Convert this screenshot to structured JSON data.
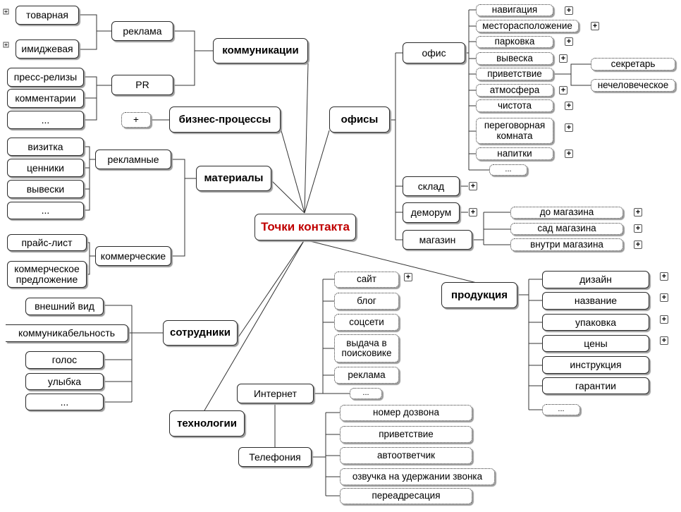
{
  "root": {
    "label": "Точки контакта"
  },
  "branches": {
    "communications": {
      "label": "коммуникации",
      "reklama": {
        "label": "реклама",
        "items": [
          "товарная",
          "имиджевая"
        ]
      },
      "pr": {
        "label": "PR",
        "items": [
          "пресс-релизы",
          "комментарии",
          "..."
        ]
      }
    },
    "business_processes": {
      "label": "бизнес-процессы",
      "expand": "+"
    },
    "materials": {
      "label": "материалы",
      "advertising": {
        "label": "рекламные",
        "items": [
          "визитка",
          "ценники",
          "вывески",
          "..."
        ]
      },
      "commercial": {
        "label": "коммерческие",
        "items": [
          "прайс-лист",
          "коммерческое предложение"
        ]
      }
    },
    "employees": {
      "label": "сотрудники",
      "items": [
        "внешний вид",
        "коммуникабельность",
        "голос",
        "улыбка",
        "..."
      ]
    },
    "technologies": {
      "label": "технологии",
      "internet": {
        "label": "Интернет",
        "items": [
          "сайт",
          "блог",
          "соцсети",
          "выдача в поисковике",
          "реклама",
          "..."
        ]
      },
      "telephony": {
        "label": "Телефония",
        "items": [
          "номер дозвона",
          "приветствие",
          "автоответчик",
          "озвучка на удержании звонка",
          "переадресация"
        ]
      }
    },
    "offices": {
      "label": "офисы",
      "office": {
        "label": "офис",
        "items": [
          "навигация",
          "месторасположение",
          "парковка",
          "вывеска",
          "приветствие",
          "атмосфера",
          "чистота",
          "переговорная комната",
          "напитки",
          "..."
        ],
        "greeting_children": [
          "секретарь",
          "нечеловеческое"
        ]
      },
      "warehouse": {
        "label": "склад"
      },
      "demoroom": {
        "label": "деморум"
      },
      "shop": {
        "label": "магазин",
        "items": [
          "до магазина",
          "сад магазина",
          "внутри магазина"
        ]
      }
    },
    "products": {
      "label": "продукция",
      "items": [
        "дизайн",
        "название",
        "упаковка",
        "цены",
        "инструкция",
        "гарантии",
        "..."
      ]
    }
  }
}
